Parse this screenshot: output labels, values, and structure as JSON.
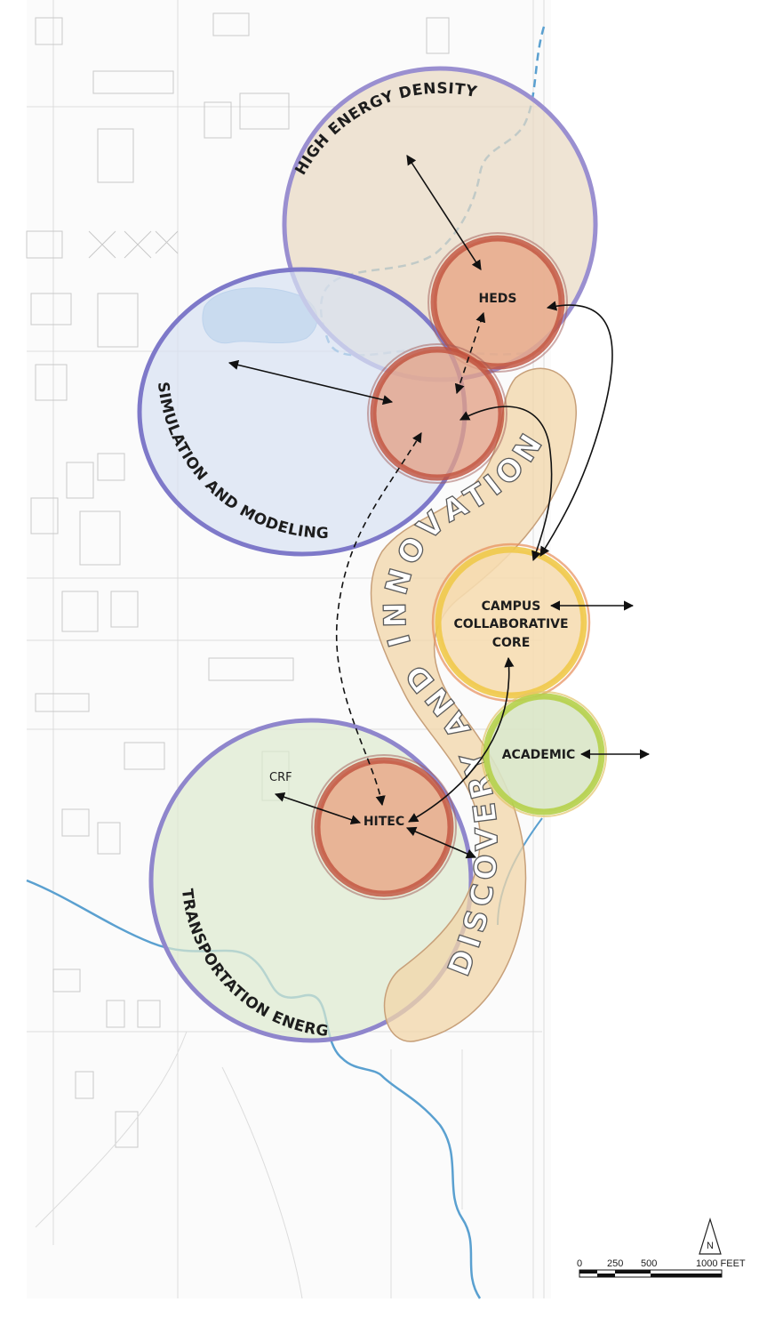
{
  "zones": {
    "high_energy_density": "HIGH ENERGY DENSITY",
    "simulation_modeling": "SIMULATION AND MODELING",
    "transportation_energy": "TRANSPORTATION ENERGY"
  },
  "corridor": {
    "label": "DISCOVERY AND INNOVATION"
  },
  "nodes": {
    "heds": "HEDS",
    "hitec": "HITEC",
    "campus_core_line1": "CAMPUS",
    "campus_core_line2": "COLLABORATIVE",
    "campus_core_line3": "CORE",
    "academic": "ACADEMIC",
    "crf": "CRF"
  },
  "north_arrow": {
    "label": "N"
  },
  "scale_bar": {
    "tick_0": "0",
    "tick_250": "250",
    "tick_500": "500",
    "tick_1000": "1000 FEET"
  },
  "colors": {
    "high_energy_density_fill": "#e9d9c3",
    "high_energy_density_ring": "#9a8fd0",
    "simulation_fill": "#d7e1f2",
    "simulation_ring": "#7e79c9",
    "transportation_fill": "#dde9cf",
    "transportation_ring": "#8f86cc",
    "corridor_fill": "#f2d6a8",
    "research_node_fill": "#e7a98a",
    "research_node_ring": "#c0513d",
    "campus_core_fill": "#f6dcb1",
    "campus_core_ring": "#f0c94a",
    "academic_fill": "#d9e6c6",
    "academic_ring": "#b5d04a",
    "river": "#5aa0d0",
    "pond": "#a9cbe8"
  }
}
